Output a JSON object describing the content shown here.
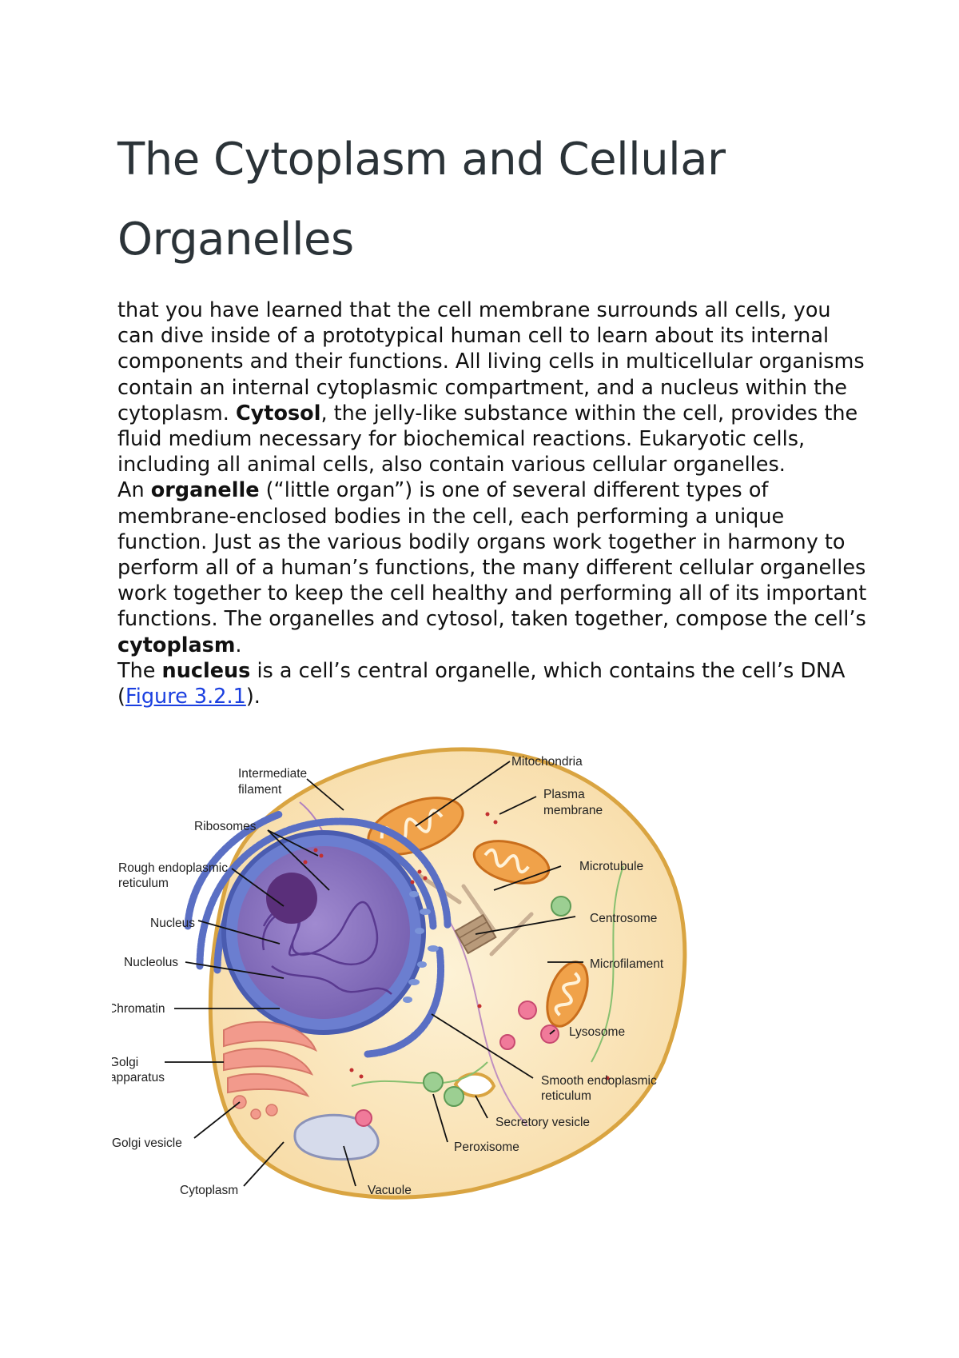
{
  "title_line1": "The Cytoplasm and Cellular",
  "title_line2": "Organelles",
  "para1": {
    "pre": " that you have learned that the cell membrane surrounds all cells, you can dive inside of a prototypical human cell to learn about its internal components and their functions. All living cells in multicellular organisms contain an internal cytoplasmic compartment, and a nucleus within the cytoplasm. ",
    "bold": "Cytosol",
    "post": ", the jelly-like substance within the cell, provides the fluid medium necessary for biochemical reactions. Eukaryotic cells, including all animal cells, also contain various cellular organelles."
  },
  "para2": {
    "pre": "An ",
    "bold": "organelle",
    "mid": " (“little organ”) is one of several different types of membrane-enclosed bodies in the cell, each performing a unique function. Just as the various bodily organs work together in harmony to perform all of a human’s functions, the many different cellular organelles work together to keep the cell healthy and performing all of its important functions. The organelles and cytosol, taken together, compose the cell’s ",
    "bold2": "cytoplasm",
    "post": "."
  },
  "para3": {
    "pre": "The ",
    "bold": "nucleus",
    "mid": " is a cell’s central organelle, which contains the cell’s DNA (",
    "link": "Figure 3.2.1",
    "post": ")."
  },
  "colors": {
    "link": "#1a3fe0",
    "cytoplasm": "#fbe6b8",
    "membrane": "#d9a441",
    "nucleus": "#7b5aa6",
    "er": "#5a6fc4",
    "mitochondria": "#f0a24a",
    "golgi": "#f29a8c",
    "lysosome": "#e8507a",
    "centrosome": "#8fc48a"
  },
  "figure_labels": {
    "intermediate_1": "Intermediate",
    "intermediate_2": "filament",
    "ribosomes": "Ribosomes",
    "rough_er_1": "Rough endoplasmic",
    "rough_er_2": "reticulum",
    "nucleus": "Nucleus",
    "nucleolus": "Nucleolus",
    "chromatin": "Chromatin",
    "golgi_1": "Golgi",
    "golgi_2": "apparatus",
    "golgi_vesicle": "Golgi vesicle",
    "cytoplasm": "Cytoplasm",
    "vacuole": "Vacuole",
    "mitochondria": "Mitochondria",
    "plasma_1": "Plasma",
    "plasma_2": "membrane",
    "microtubule": "Microtubule",
    "centrosome": "Centrosome",
    "microfilament": "Microfilament",
    "lysosome": "Lysosome",
    "smooth_er_1": "Smooth endoplasmic",
    "smooth_er_2": "reticulum",
    "secretory": "Secretory vesicle",
    "peroxisome": "Peroxisome"
  }
}
